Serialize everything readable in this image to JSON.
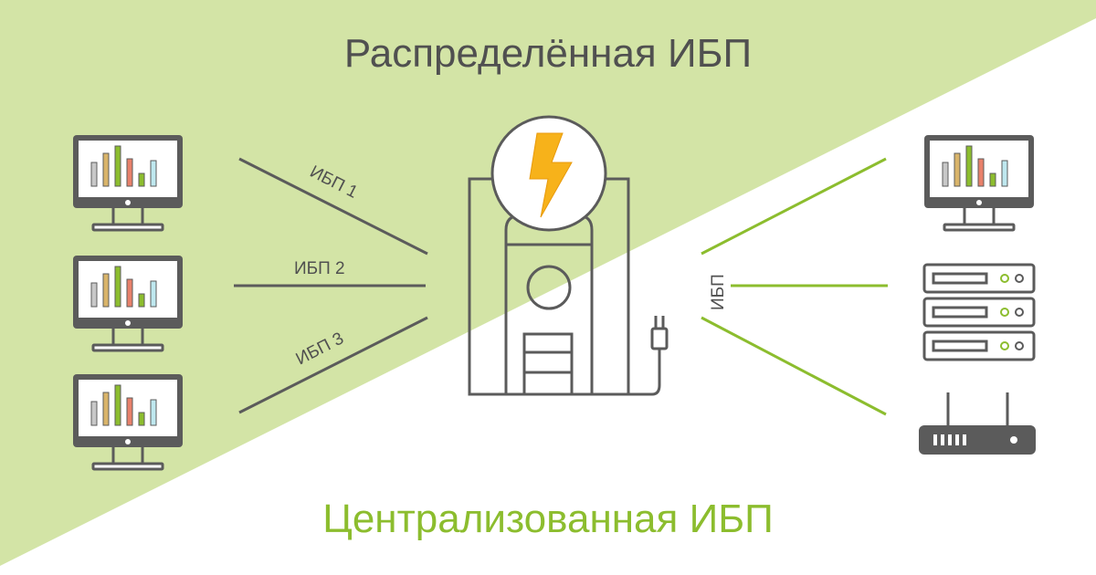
{
  "title_top": "Распределённая ИБП",
  "title_bottom": "Централизованная ИБП",
  "line_labels": [
    "ИБП 1",
    "ИБП 2",
    "ИБП 3"
  ],
  "vertical_label": "ИБП",
  "colors": {
    "background_top": "#d3e4a6",
    "background_bottom": "#ffffff",
    "icon_stroke": "#5b5b5b",
    "distributed_lines": "#5b5b5b",
    "centralized_lines": "#8cbd2e",
    "centralized_title": "#8cbd2e",
    "distributed_title": "#505050",
    "lightning": "#f7b21a",
    "bar_colors": [
      "#c8c8c8",
      "#d9b46a",
      "#8cbd2e",
      "#e8806a",
      "#8cbd2e",
      "#bfe8ef"
    ]
  },
  "icons": {
    "left_devices": [
      "monitor-icon",
      "monitor-icon",
      "monitor-icon"
    ],
    "center": "ups-unit-icon",
    "right_devices": [
      "monitor-icon",
      "server-rack-icon",
      "router-icon"
    ]
  }
}
